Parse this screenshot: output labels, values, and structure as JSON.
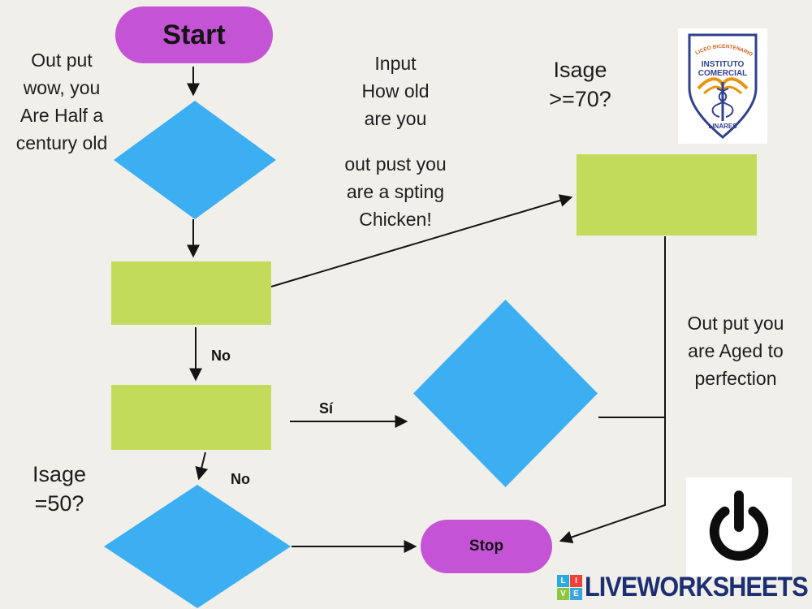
{
  "colors": {
    "bg": "#f0efe9",
    "purple": "#c553d6",
    "blue": "#3caef2",
    "green": "#c2db5b",
    "navy": "#1b2f72",
    "tile1": "#29abe2",
    "tile2": "#ef4136",
    "tile3": "#8dc63f",
    "tile4": "#3aa6dd"
  },
  "flowchart": {
    "start": "Start",
    "stop": "Stop",
    "annotations": {
      "out_half_century": "Out put\nwow, you\nAre Half a\ncentury old",
      "input_how_old": "Input\nHow old\nare you",
      "out_spring_chicken": "out pust you\nare a spting\nChicken!",
      "isage_70": "Isage\n>=70?",
      "isage_50": "Isage\n=50?",
      "aged_perfection": "Out put you\nare Aged to\nperfection"
    },
    "edges": {
      "no1": "No",
      "si": "Sí",
      "no2": "No"
    }
  },
  "school_logo": {
    "arc_text": "LICEO BICENTENARIO",
    "line1": "INSTITUTO",
    "line2": "COMERCIAL",
    "banner": "LINARES"
  },
  "footer": {
    "tiles": [
      "L",
      "I",
      "V",
      "E"
    ],
    "brand": "LIVEWORKSHEETS"
  }
}
